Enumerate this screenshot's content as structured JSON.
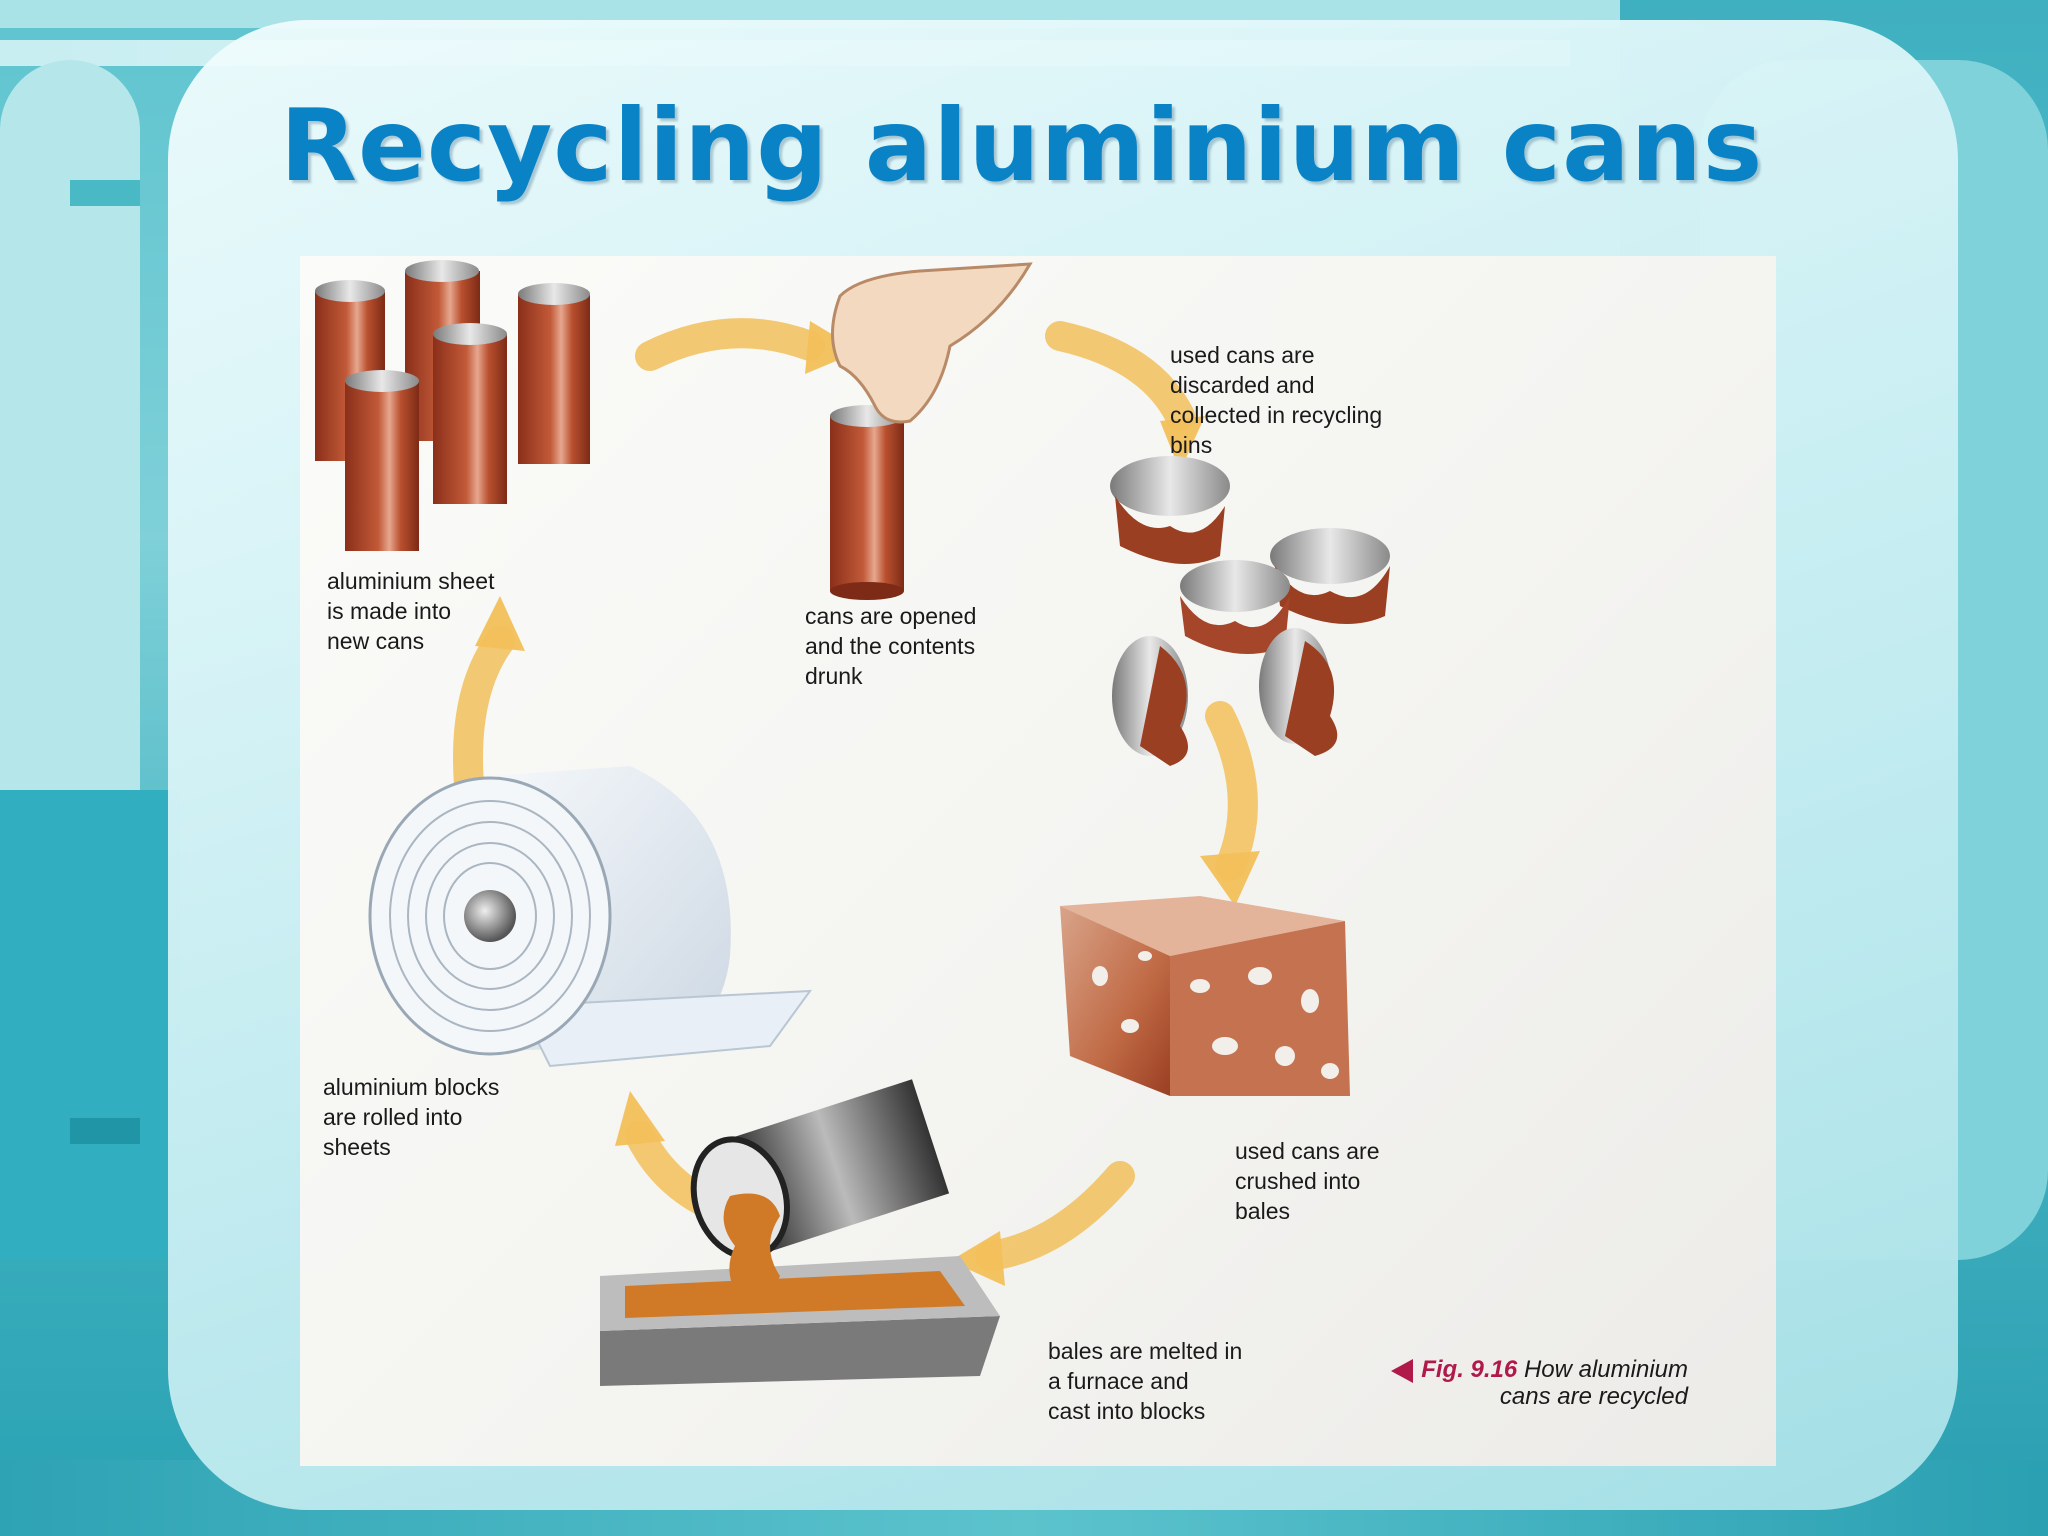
{
  "slide": {
    "title": "Recycling aluminium cans"
  },
  "diagram": {
    "steps": [
      {
        "id": "new-cans",
        "label_lines": [
          "aluminium sheet",
          "is made into",
          "new cans"
        ]
      },
      {
        "id": "opened",
        "label_lines": [
          "cans are opened",
          "and the contents",
          "drunk"
        ]
      },
      {
        "id": "collected",
        "label_lines": [
          "used cans are",
          "discarded and",
          "collected in recycling",
          "bins"
        ]
      },
      {
        "id": "crushed",
        "label_lines": [
          "used cans are",
          "crushed into",
          "bales"
        ]
      },
      {
        "id": "melted",
        "label_lines": [
          "bales are melted in",
          "a furnace and",
          "cast into blocks"
        ]
      },
      {
        "id": "rolled",
        "label_lines": [
          "aluminium blocks",
          "are rolled into",
          "sheets"
        ]
      }
    ],
    "caption": {
      "figure_number": "Fig. 9.16",
      "text_line1": "How aluminium",
      "text_line2": "cans are recycled"
    },
    "colors": {
      "can_red": "#b5482c",
      "arrow_gold": "#f2c05a",
      "molten": "#d07a28",
      "caption_accent": "#b01a4a",
      "title_blue": "#0a83c6"
    }
  }
}
